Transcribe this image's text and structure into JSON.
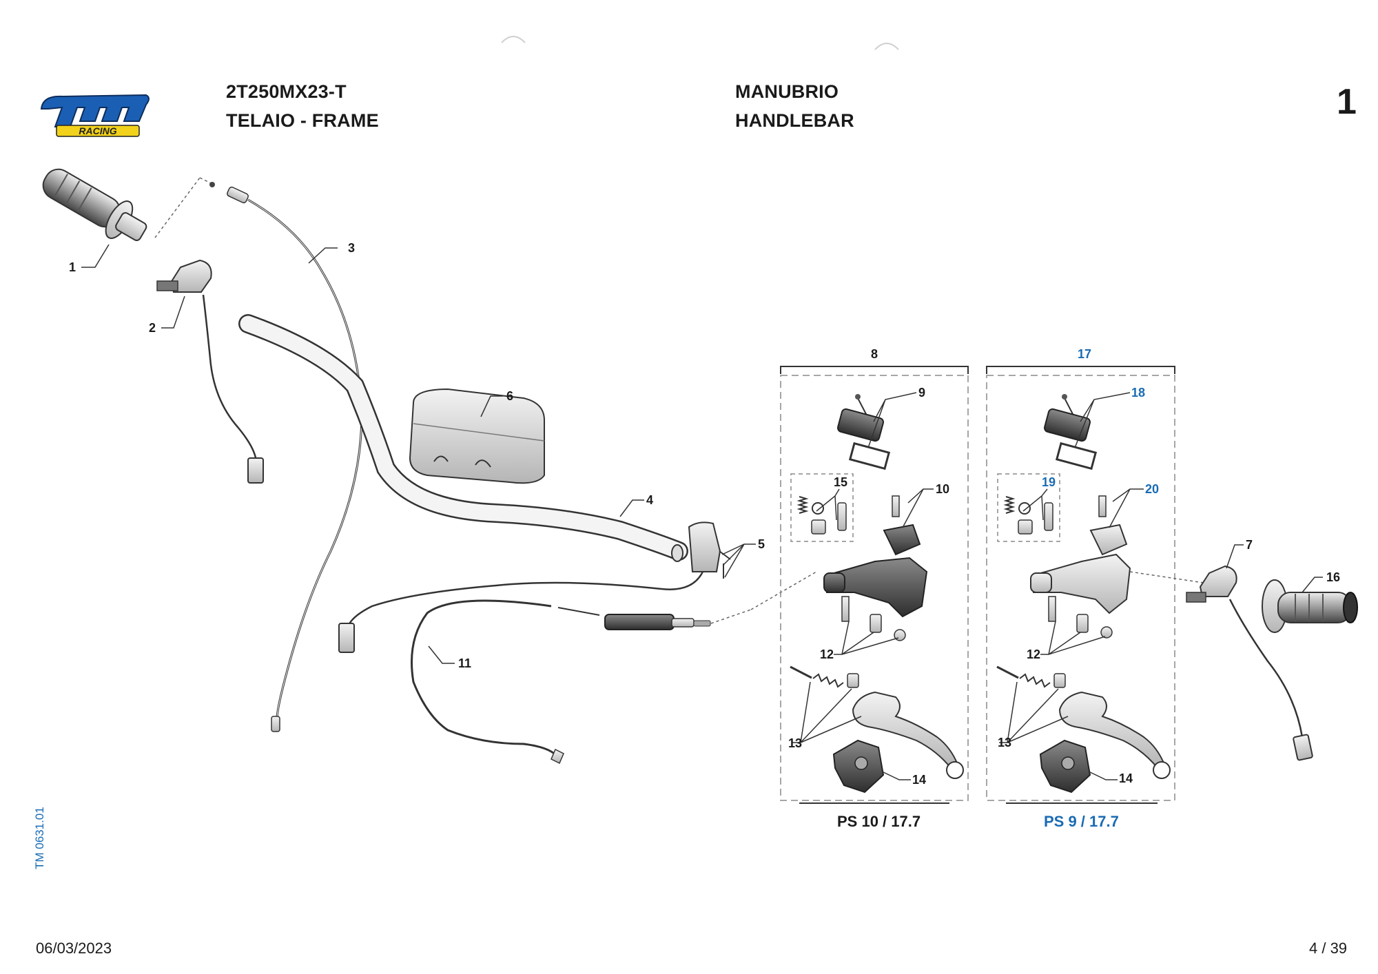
{
  "header": {
    "model_code": "2T250MX23-T",
    "section_left": "TELAIO - FRAME",
    "group_it": "MANUBRIO",
    "group_en": "HANDLEBAR",
    "page_number": "1"
  },
  "logo": {
    "brand": "tm",
    "sub": "RACING",
    "colors": {
      "main": "#1a5fb4",
      "sub": "#f2d21b"
    }
  },
  "callouts": {
    "c1": "1",
    "c2": "2",
    "c3": "3",
    "c4": "4",
    "c5": "5",
    "c6": "6",
    "c7": "7",
    "c8": "8",
    "c9": "9",
    "c10": "10",
    "c11": "11",
    "c12a": "12",
    "c12b": "12",
    "c13a": "13",
    "c13b": "13",
    "c14a": "14",
    "c14b": "14",
    "c15": "15",
    "c16": "16",
    "c17": "17",
    "c18": "18",
    "c19": "19",
    "c20": "20"
  },
  "groups": {
    "left_label": "PS 10 / 17.7",
    "right_label": "PS 9 / 17.7"
  },
  "side_code": "TM 0631.01",
  "footer": {
    "date": "06/03/2023",
    "page": "4 / 39"
  },
  "colors": {
    "accent_blue": "#1a6bb3",
    "ink": "#1a1a1a",
    "part_fill": "#d9d9d9",
    "part_dark": "#555555"
  }
}
